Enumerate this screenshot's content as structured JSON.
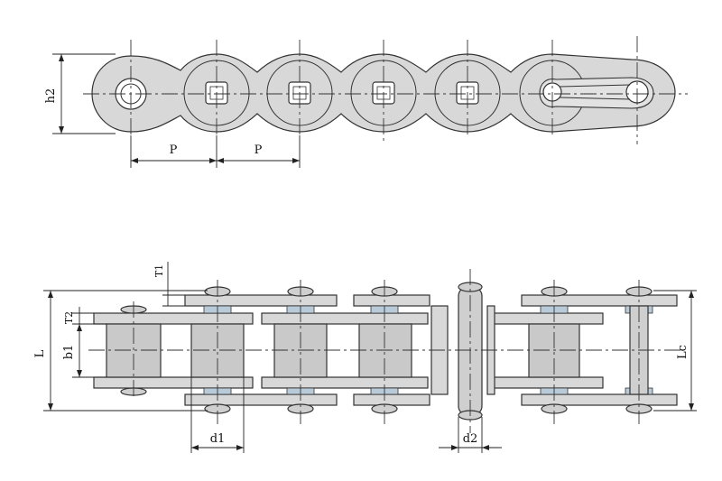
{
  "labels": {
    "h2": "h2",
    "p_left": "P",
    "p_right": "P",
    "t1": "T1",
    "t2": "T2",
    "b1": "b1",
    "l": "L",
    "lc": "Lc",
    "d1": "d1",
    "d2": "d2"
  },
  "colors": {
    "plate": "#d8d8d8",
    "roller": "#c9c9c9",
    "bushing": "#b9cbd8",
    "line": "#333333"
  },
  "icons": [
    "chain-side-view",
    "chain-top-view"
  ]
}
